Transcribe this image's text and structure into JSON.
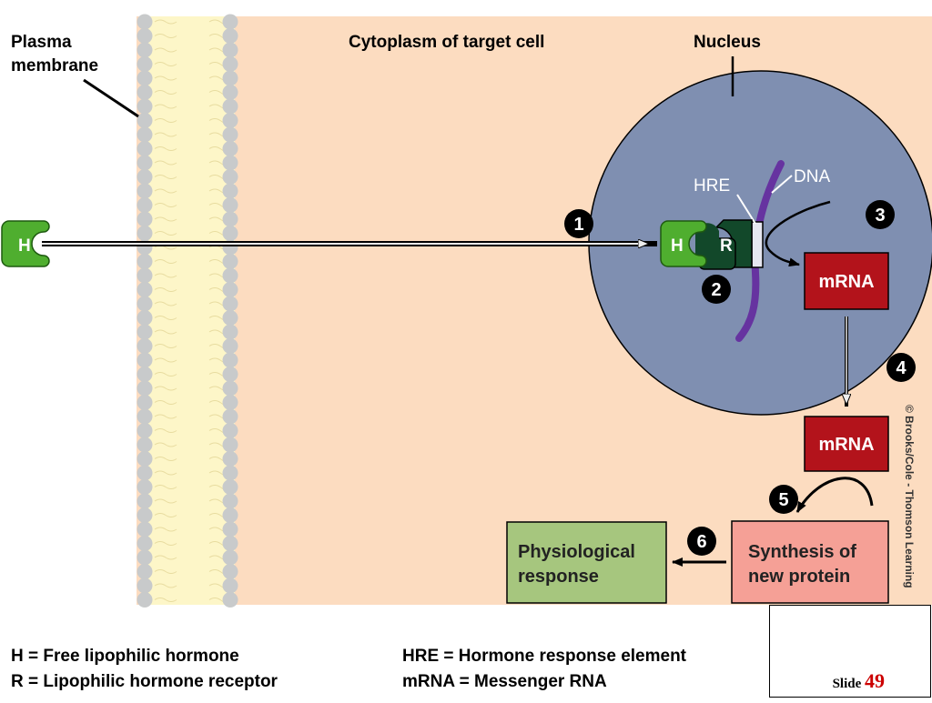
{
  "labels": {
    "plasma_membrane": "Plasma\nmembrane",
    "cytoplasm": "Cytoplasm of target cell",
    "nucleus": "Nucleus",
    "hre": "HRE",
    "dna": "DNA"
  },
  "molecules": {
    "hormone": "H",
    "receptor": "R",
    "mrna_nucleus": "mRNA",
    "mrna_cytoplasm": "mRNA"
  },
  "boxes": {
    "synthesis": "Synthesis of\nnew protein",
    "response": "Physiological\nresponse"
  },
  "steps": [
    "1",
    "2",
    "3",
    "4",
    "5",
    "6"
  ],
  "legend": {
    "h": "H = Free lipophilic hormone",
    "r": "R = Lipophilic hormone receptor",
    "hre": "HRE = Hormone response element",
    "mrna": "mRNA = Messenger RNA"
  },
  "footer": {
    "slide_label": "Slide",
    "slide_number": "49",
    "copyright": "© Brooks/Cole - Thomson Learning"
  },
  "colors": {
    "cytoplasm": "#fcdcc0",
    "nucleus": "#7f8fb1",
    "membrane_head": "#c8cacb",
    "membrane_core": "#fdf6c8",
    "hormone": "#4fae2f",
    "receptor": "#12482a",
    "dna": "#6633a0",
    "mrna_box": "#b3131b",
    "synthesis_box": "#f5a096",
    "response_box": "#a6c67e"
  }
}
